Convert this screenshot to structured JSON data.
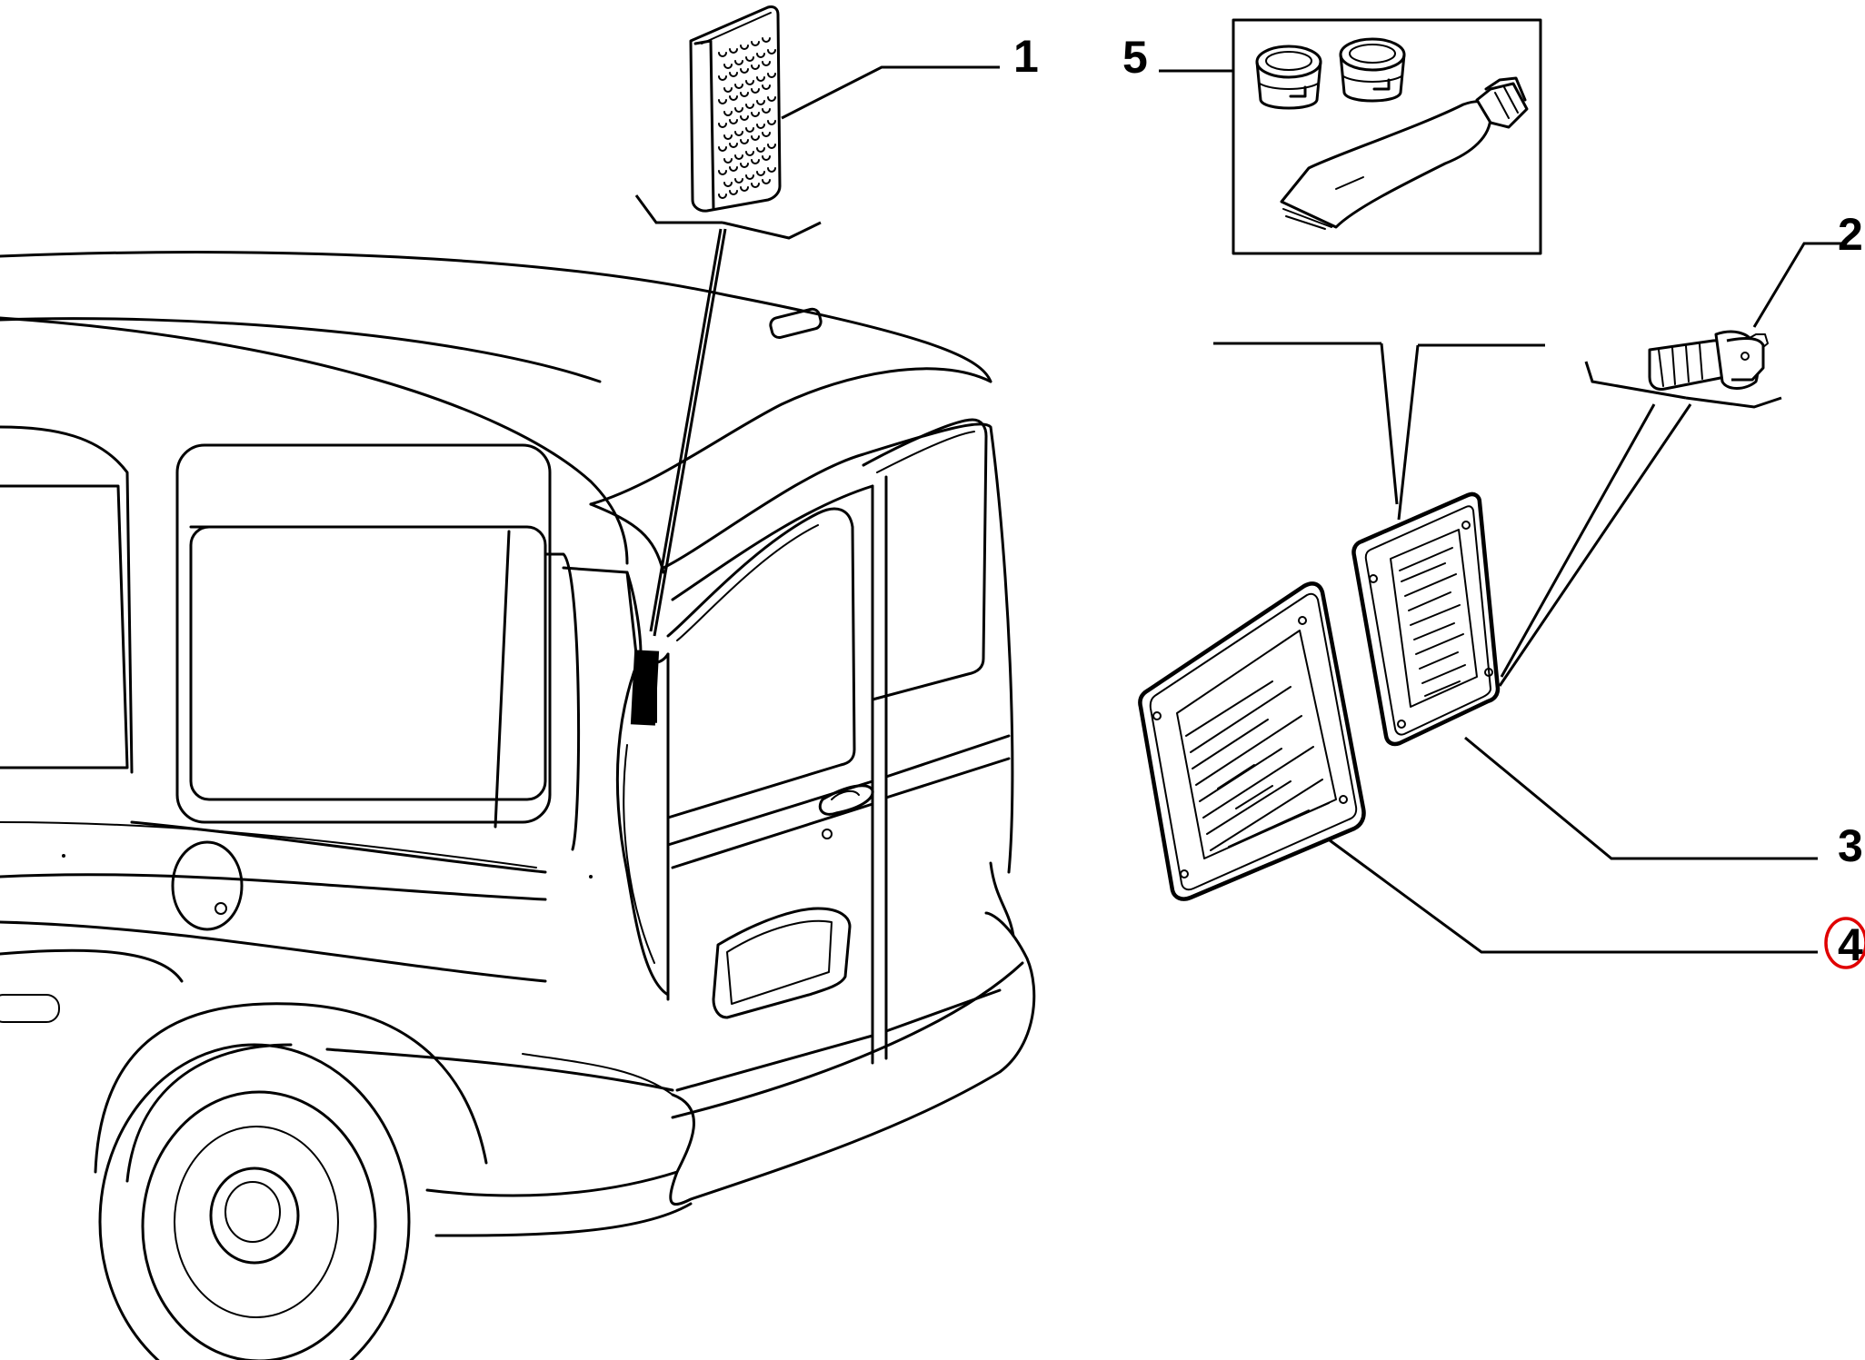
{
  "callouts": [
    {
      "id": "1",
      "label": "1"
    },
    {
      "id": "2",
      "label": "2"
    },
    {
      "id": "3",
      "label": "3"
    },
    {
      "id": "4",
      "label": "4",
      "highlighted": true
    },
    {
      "id": "5",
      "label": "5"
    }
  ],
  "colors": {
    "line": "#000000",
    "background": "#ffffff",
    "highlight": "#e00000"
  }
}
